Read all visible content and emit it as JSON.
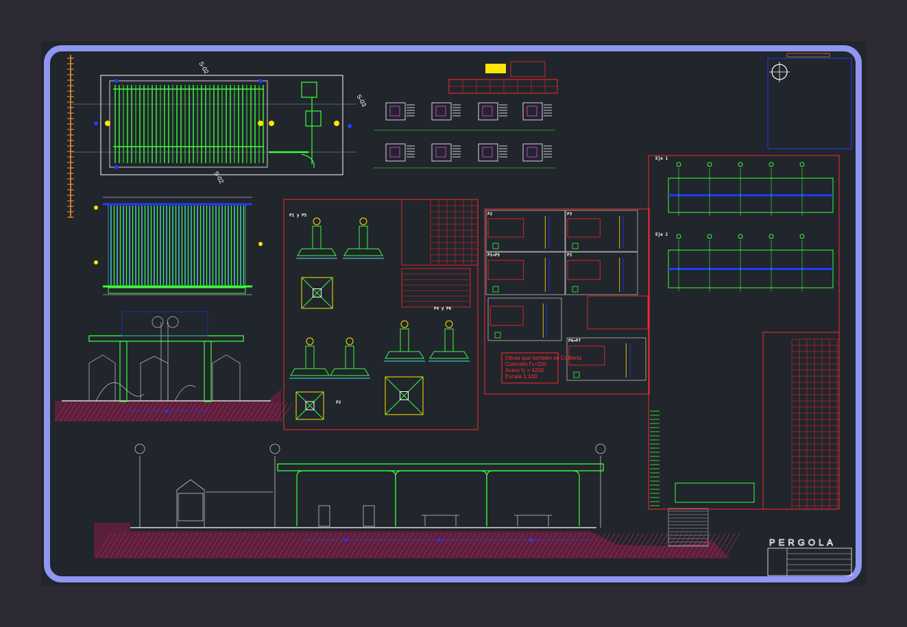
{
  "drawing": {
    "project_title": "PERGOLA",
    "section_marks": [
      "S-02",
      "S-03",
      "S-02"
    ],
    "notes": [
      "Obras que también se Cubierta",
      "Concreto f'c=200",
      "Acero fy = 4200",
      "Escala 1:100"
    ],
    "detail_labels": [
      "P1 y P5",
      "P2",
      "P4 y P6",
      "P3",
      "P1=P5",
      "P3",
      "P2",
      "P6=P7",
      "Eje 1",
      "Eje 2"
    ],
    "colors": {
      "background": "#2e2a34",
      "sheet": "#21252c",
      "frame": "#8f96f0",
      "structure_green": "#3cff3c",
      "annotation_red": "#ff2a2a",
      "dimension_blue": "#1f3cff",
      "text_white": "#ffffff",
      "yellow": "#ffe600",
      "cyan": "#4fe0ff",
      "magenta": "#ff3cff",
      "hatch_red": "#c0306a"
    }
  }
}
